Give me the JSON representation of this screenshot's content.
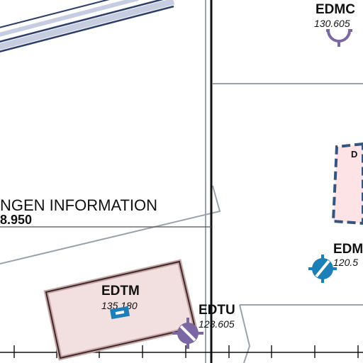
{
  "map": {
    "colors": {
      "background": "#ffffff",
      "boundary_main": "#111111",
      "boundary_grey": "#9aa2ad",
      "airway_blue": "#2e3f6e",
      "zone_fill_pink": "#f5dada",
      "zone_fill_pink_light": "#fde3e6",
      "zone_dash_blue": "#34557e",
      "airport_purple": "#7b67a2",
      "airport_blue": "#1d7fb8"
    },
    "fis": {
      "name": "NGEN INFORMATION",
      "frequency": "8.950"
    },
    "zone_label": "D",
    "airports": [
      {
        "id": "edmc",
        "icao": "EDMC",
        "freq": "130.605",
        "symbol": "purple-airport-icon"
      },
      {
        "id": "edm",
        "icao": "EDM",
        "freq": "120.5",
        "symbol": "blue-airport-icon"
      },
      {
        "id": "edtm",
        "icao": "EDTM",
        "freq": "135.180",
        "symbol": "blue-runway-icon"
      },
      {
        "id": "edtu",
        "icao": "EDTU",
        "freq": "123.605",
        "symbol": "purple-airport-icon"
      }
    ]
  }
}
